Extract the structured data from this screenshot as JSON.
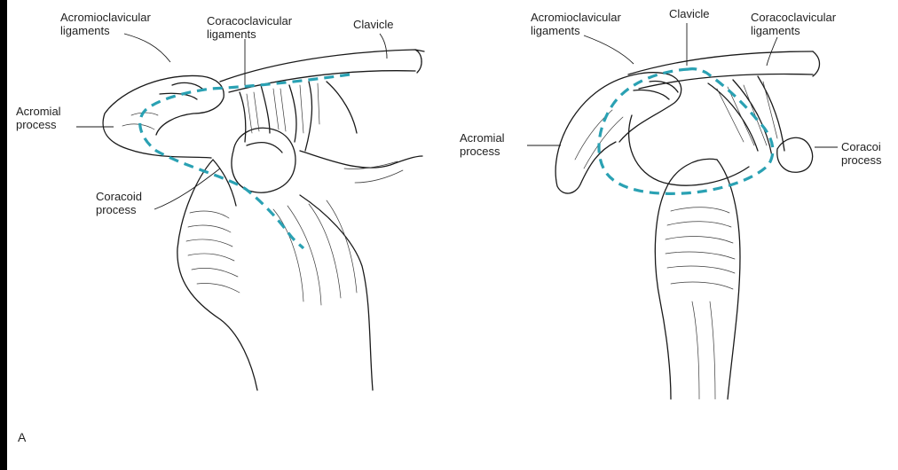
{
  "colors": {
    "border": "#000000",
    "background": "#ffffff",
    "ink": "#1a1a1a",
    "dashed_outline": "#2aa1b3"
  },
  "left_figure": {
    "panel_label": "A",
    "labels": {
      "acromioclavicular_line1": "Acromioclavicular",
      "acromioclavicular_line2": "ligaments",
      "coracoclavicular_line1": "Coracoclavicular",
      "coracoclavicular_line2": "ligaments",
      "clavicle": "Clavicle",
      "acromial_line1": "Acromial",
      "acromial_line2": "process",
      "coracoid_line1": "Coracoid",
      "coracoid_line2": "process"
    }
  },
  "right_figure": {
    "labels": {
      "acromioclavicular_line1": "Acromioclavicular",
      "acromioclavicular_line2": "ligaments",
      "clavicle": "Clavicle",
      "coracoclavicular_line1": "Coracoclavicular",
      "coracoclavicular_line2": "ligaments",
      "acromial_line1": "Acromial",
      "acromial_line2": "process",
      "coracoid_line1": "Coracoi",
      "coracoid_line2": "process"
    }
  }
}
